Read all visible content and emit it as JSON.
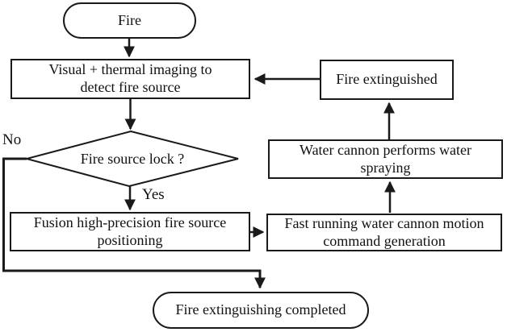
{
  "diagram": {
    "type": "flowchart",
    "background_color": "#ffffff",
    "stroke_color": "#1a1a1a",
    "text_color": "#111111",
    "nodes": {
      "start": {
        "label": "Fire",
        "shape": "terminator"
      },
      "detect": {
        "label": "Visual + thermal imaging to\ndetect fire source",
        "shape": "process"
      },
      "decision": {
        "label": "Fire source lock ?",
        "shape": "decision"
      },
      "positioning": {
        "label": "Fusion high-precision fire source\npositioning",
        "shape": "process"
      },
      "command": {
        "label": "Fast running water cannon motion\ncommand generation",
        "shape": "process"
      },
      "spraying": {
        "label": "Water cannon performs water\nspraying",
        "shape": "process"
      },
      "extinguished": {
        "label": "Fire extinguished",
        "shape": "process"
      },
      "end": {
        "label": "Fire extinguishing completed",
        "shape": "terminator"
      }
    },
    "edge_labels": {
      "yes": "Yes",
      "no": "No"
    },
    "edges": [
      {
        "from": "start",
        "to": "detect"
      },
      {
        "from": "detect",
        "to": "decision"
      },
      {
        "from": "decision",
        "to": "positioning",
        "label": "Yes"
      },
      {
        "from": "decision",
        "to": "end",
        "label": "No"
      },
      {
        "from": "positioning",
        "to": "command"
      },
      {
        "from": "command",
        "to": "spraying"
      },
      {
        "from": "spraying",
        "to": "extinguished"
      },
      {
        "from": "extinguished",
        "to": "detect"
      }
    ]
  }
}
